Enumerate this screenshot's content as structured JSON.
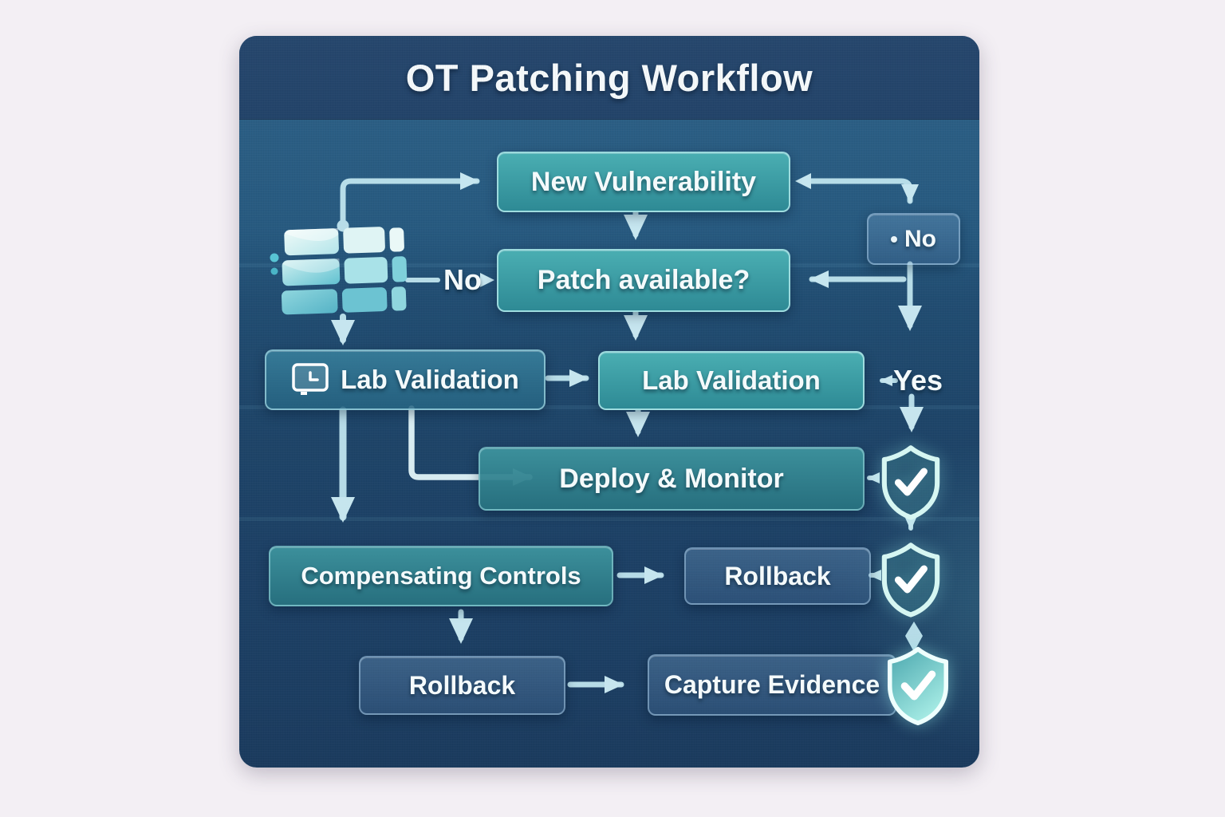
{
  "title": "OT Patching Workflow",
  "flow": {
    "new_vulnerability": "New Vulnerability",
    "patch_available": "Patch available?",
    "no_badge_bullet": "•",
    "no_badge": "No",
    "no_branch": "No",
    "yes_branch": "Yes",
    "lab_validation_left": "Lab Validation",
    "lab_validation_right": "Lab Validation",
    "deploy_monitor": "Deploy & Monitor",
    "compensating_controls": "Compensating Controls",
    "rollback_mid": "Rollback",
    "rollback_bottom": "Rollback",
    "capture_evidence": "Capture Evidence"
  },
  "icons": {
    "server_stack": "server-stack-icon",
    "lab_monitor": "monitor-clock-icon",
    "shield_check": "shield-check-icon"
  },
  "colors": {
    "page_bg": "#f3eff4",
    "card_header": "#24466b",
    "card_body": "#1f4a70",
    "node_teal": "#3a9aa0",
    "node_teal_border": "#a8e2e2",
    "node_blue_glass": "rgba(100,145,190,0.32)",
    "arrow": "#c4e8f1",
    "shield": "#aef0ea",
    "text": "#f4fafb"
  }
}
